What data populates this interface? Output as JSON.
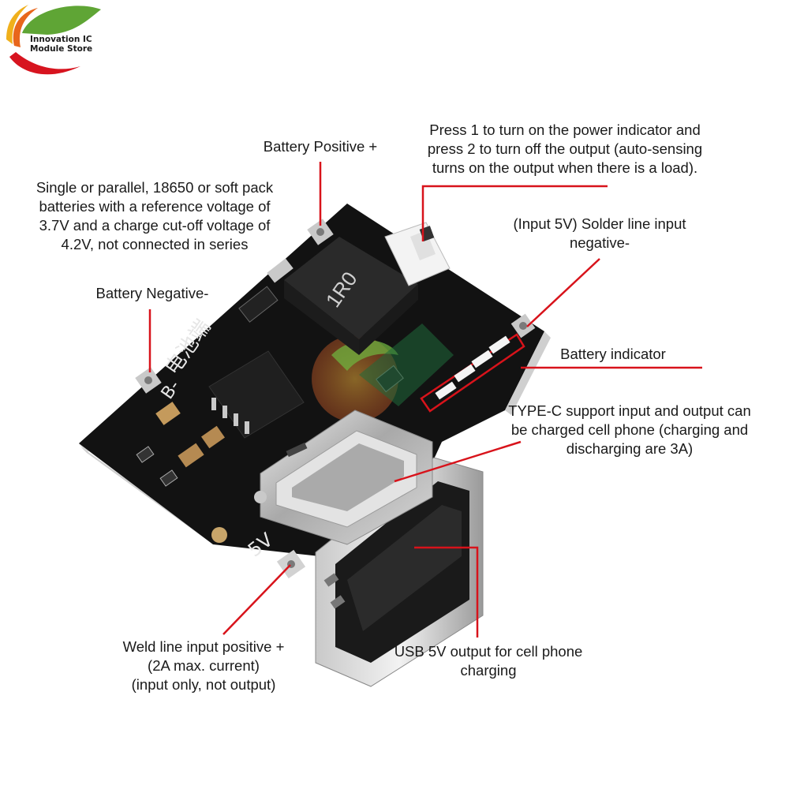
{
  "logo": {
    "line1": "Innovation IC",
    "line2": "Module Store",
    "colors": {
      "green": "#5fa535",
      "yellow": "#f0b01c",
      "orange": "#e8661c",
      "red": "#d7141f"
    }
  },
  "board": {
    "inductor_marking": "1R0",
    "silkscreen_label": "电池端",
    "pad_label_left": "B-",
    "pad_label_bottom": "5V",
    "colors": {
      "pcb": "#111111",
      "silk": "#e6e6e6",
      "metal": "#b8b8b8",
      "led": "#f4f4f4"
    }
  },
  "callouts": {
    "battery_positive": "Battery Positive +",
    "battery_negative": "Battery Negative-",
    "battery_spec": [
      "Single or parallel, 18650 or soft pack",
      "batteries with a reference voltage of",
      "3.7V and a charge cut-off voltage of",
      "4.2V, not connected in series"
    ],
    "button": [
      "Press 1 to turn on the power indicator and",
      "press 2 to turn off the output (auto-sensing",
      "turns on the output when there is a load)."
    ],
    "input_negative": [
      "(Input 5V) Solder line input",
      "negative-"
    ],
    "battery_indicator": "Battery indicator",
    "type_c": [
      "TYPE-C support input and output can",
      "be charged cell phone (charging and",
      "discharging are 3A)"
    ],
    "weld_positive": [
      "Weld line input positive +",
      "(2A max. current)",
      "(input only, not output)"
    ],
    "usb_output": [
      "USB 5V output for cell phone",
      "charging"
    ]
  },
  "line_color": "#d8131b"
}
